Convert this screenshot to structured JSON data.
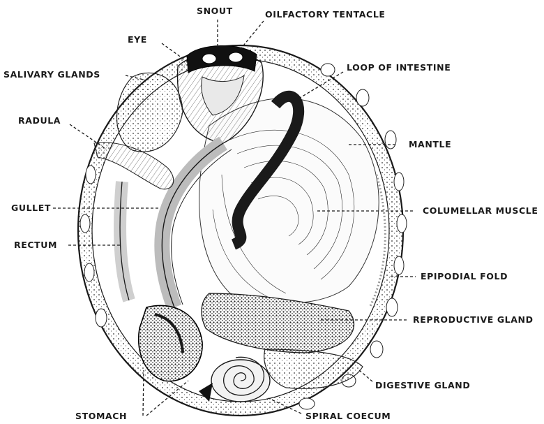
{
  "labels": {
    "snout": "SNOUT",
    "olfactory_tentacle": "OILFACTORY TENTACLE",
    "eye": "EYE",
    "salivary_glands": "SALIVARY GLANDS",
    "loop_of_intestine": "LOOP OF INTESTINE",
    "radula": "RADULA",
    "mantle": "MANTLE",
    "gullet": "GULLET",
    "columellar_muscle": "COLUMELLAR MUSCLE",
    "rectum": "RECTUM",
    "epipodial_fold": "EPIPODIAL FOLD",
    "reproductive_gland": "REPRODUCTIVE GLAND",
    "digestive_gland": "DIGESTIVE GLAND",
    "stomach": "STOMACH",
    "spiral_coecum": "SPIRAL COECUM"
  }
}
